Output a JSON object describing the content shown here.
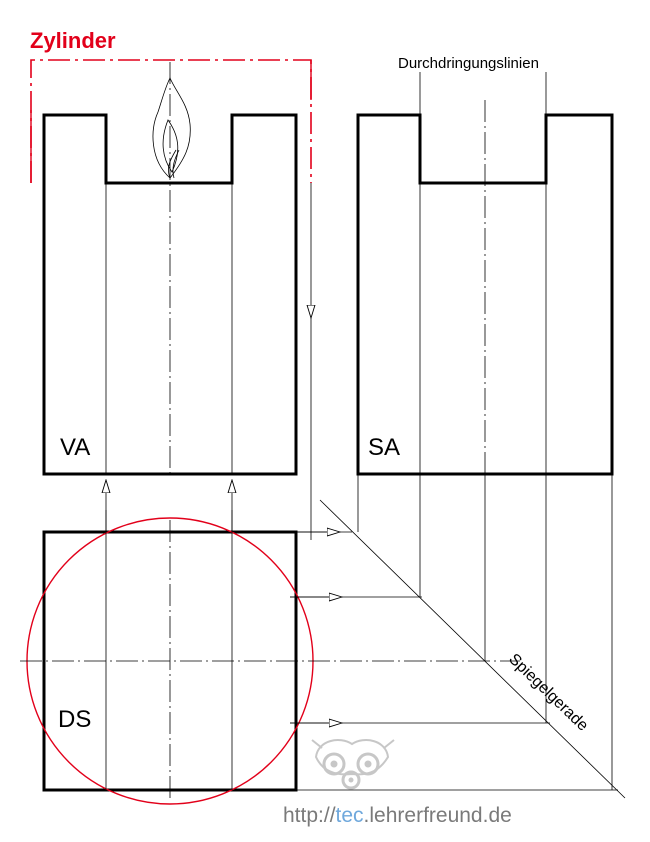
{
  "labels": {
    "cylinder": "Zylinder",
    "intersection_lines": "Durchdringungslinien",
    "front_view": "VA",
    "side_view": "SA",
    "top_view": "DS",
    "mirror_line": "Spiegelgerade"
  },
  "footer": {
    "url_prefix": "http://",
    "url_accent": "tec",
    "url_suffix": ".lehrerfreund.de"
  },
  "colors": {
    "line": "#000000",
    "highlight": "#e2001a",
    "url_gray": "#7a7a7a",
    "url_blue": "#6fa8dc"
  }
}
